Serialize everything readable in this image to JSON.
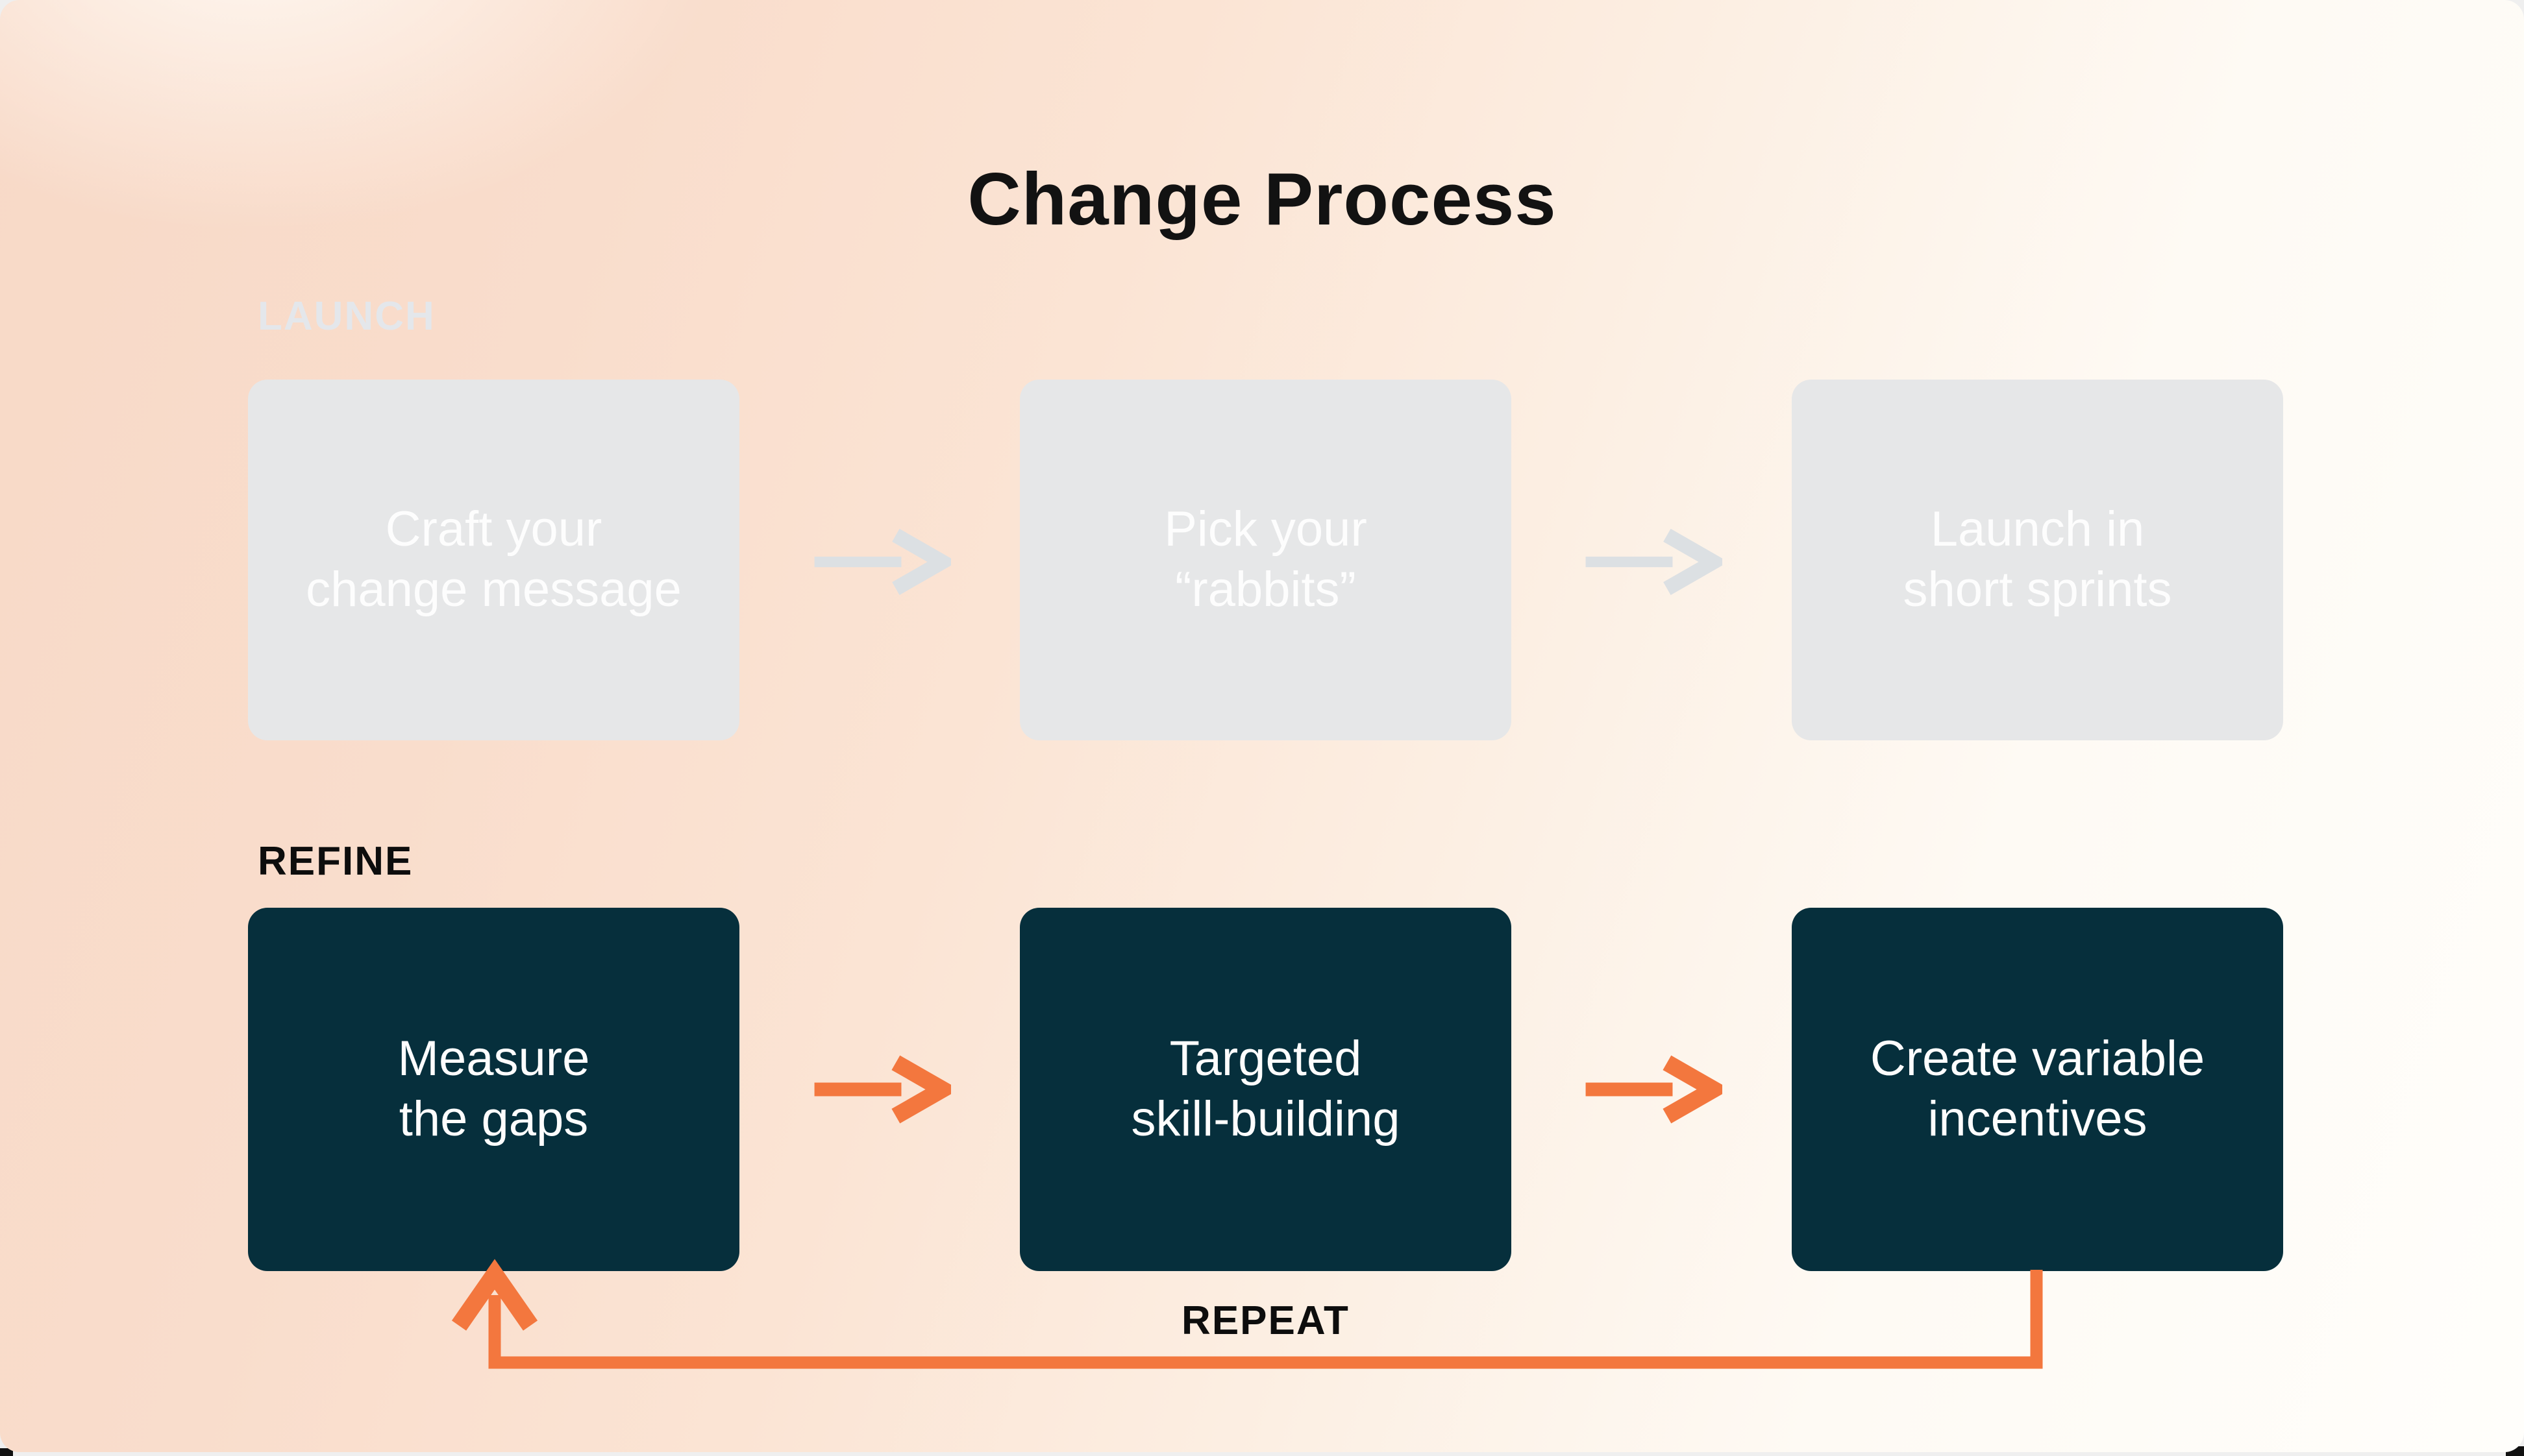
{
  "title": "Change Process",
  "repeat_label": "REPEAT",
  "rows": [
    {
      "label": "LAUNCH",
      "state": "completed-faded",
      "steps": [
        {
          "lines": [
            "Craft your",
            "change message"
          ]
        },
        {
          "lines": [
            "Pick your",
            "“rabbits”"
          ]
        },
        {
          "lines": [
            "Launch in",
            "short sprints"
          ]
        }
      ]
    },
    {
      "label": "REFINE",
      "state": "active",
      "steps": [
        {
          "lines": [
            "Measure",
            "the gaps"
          ]
        },
        {
          "lines": [
            "Targeted",
            "skill-building"
          ]
        },
        {
          "lines": [
            "Create variable",
            "incentives"
          ]
        }
      ]
    }
  ],
  "icons": {
    "flow_arrow": "right-arrow-icon",
    "loop_arrow": "repeat-loop-up-arrow-icon"
  },
  "colors": {
    "accent_orange": "#f3773e",
    "dark_teal": "#062f3c",
    "gray_box": "#e6e7e8",
    "gray_arrow": "#dce0e3",
    "label_muted": "#e4e7eb",
    "label_dark": "#0d0d0d",
    "text_light": "#fdfdfd"
  }
}
